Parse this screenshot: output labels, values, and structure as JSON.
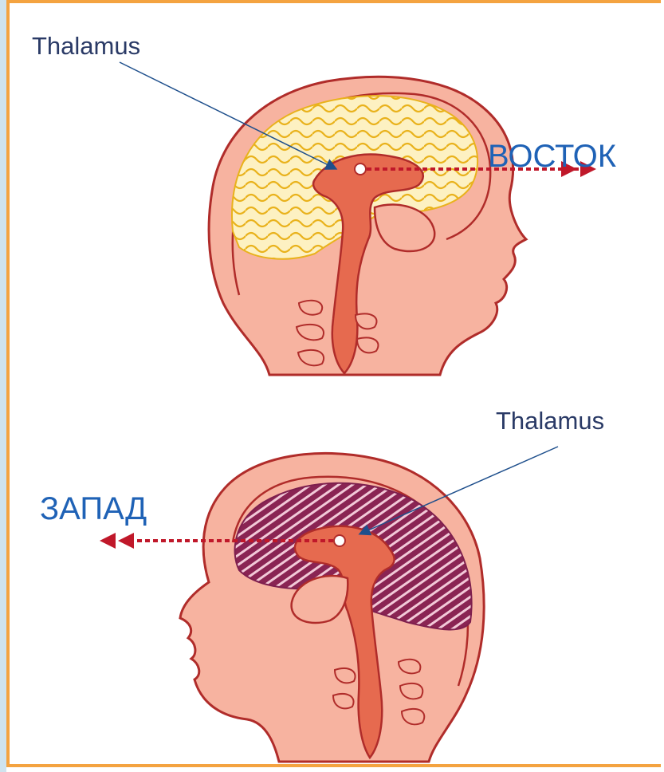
{
  "top_figure": {
    "label": "Thalamus",
    "direction": "ВОСТОК"
  },
  "bottom_figure": {
    "label": "Thalamus",
    "direction": "ЗАПАД"
  },
  "colors": {
    "frame": "#f4a340",
    "skin": "#f7b3a0",
    "outline": "#b02c2a",
    "brain_east": "#fbe59a",
    "brain_west": "#7e1f4e",
    "arrow": "#c0182a",
    "label_text": "#2a3a66",
    "direction_text": "#1f62b6"
  }
}
